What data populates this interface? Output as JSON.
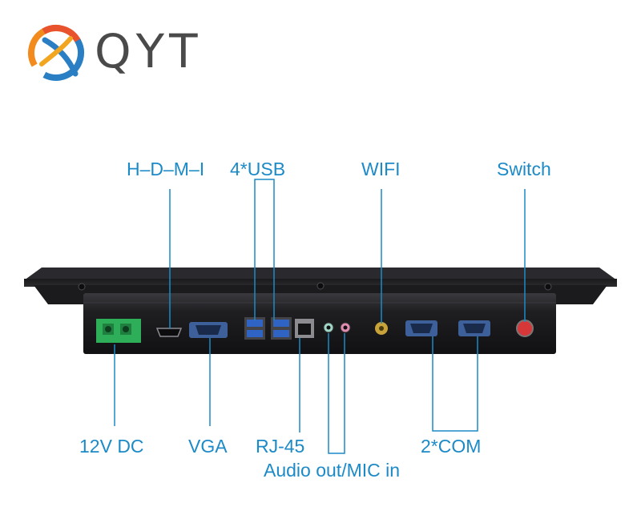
{
  "brand": {
    "name": "QYT"
  },
  "labels": {
    "hdmi": "H–D–M–I",
    "usb": "4*USB",
    "wifi": "WIFI",
    "switch": "Switch",
    "dc": "12V DC",
    "vga": "VGA",
    "rj45": "RJ-45",
    "com": "2*COM",
    "audio": "Audio out/MIC in"
  },
  "colors": {
    "label": "#1c8ac7",
    "leader_line": "#1c8ac7",
    "panel": "#1e1e20",
    "dc_connector": "#2fae5a"
  }
}
